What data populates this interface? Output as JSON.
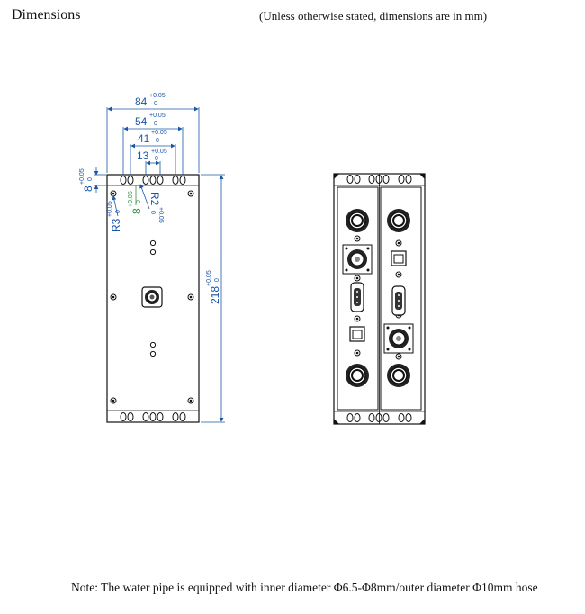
{
  "header": {
    "title": "Dimensions",
    "note": "(Unless otherwise stated, dimensions are in mm)"
  },
  "front_view": {
    "dims": {
      "width_84": "84",
      "width_54": "54",
      "width_41": "41",
      "width_13": "13",
      "offset_8": "8",
      "hole_8": "8",
      "radius_3": "R3",
      "radius_2": "R2",
      "height_218": "218"
    },
    "tolerance_upper": "+0.05",
    "tolerance_lower": "0"
  },
  "footer": {
    "note": "Note: The water pipe is equipped with inner diameter  Φ6.5-Φ8mm/outer diameter  Φ10mm hose"
  },
  "colors": {
    "dimension_blue": "#1a56a8",
    "dimension_green": "#2f8f3a",
    "outline": "#111111"
  }
}
